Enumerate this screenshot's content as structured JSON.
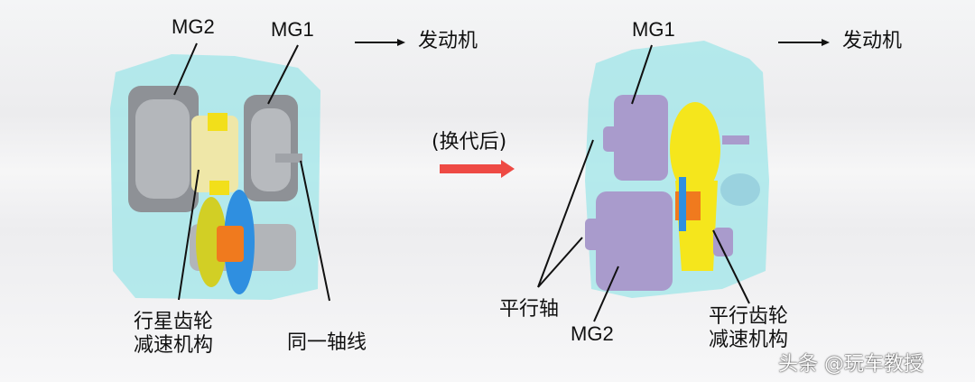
{
  "left": {
    "mg2_label": "MG2",
    "mg1_label": "MG1",
    "engine_label": "发动机",
    "planetary_label_line1": "行星齿轮",
    "planetary_label_line2": "减速机构",
    "same_axis_label": "同一轴线"
  },
  "middle": {
    "after_label": "(换代后)",
    "arrow_color": "#ee4a44"
  },
  "right": {
    "mg1_label": "MG1",
    "engine_label": "发动机",
    "parallel_shaft_label": "平行轴",
    "mg2_label": "MG2",
    "parallel_gear_label_line1": "平行齿轮",
    "parallel_gear_label_line2": "减速机构"
  },
  "watermark": "头条 @玩车教授",
  "colors": {
    "housing": "#9fe6e8",
    "motor_gray": "#8e9196",
    "motor_purple": "#a99bcc",
    "gear_yellow": "#f5e61c",
    "gear_blue": "#2f8fe0",
    "gear_orange": "#f07a1e"
  }
}
